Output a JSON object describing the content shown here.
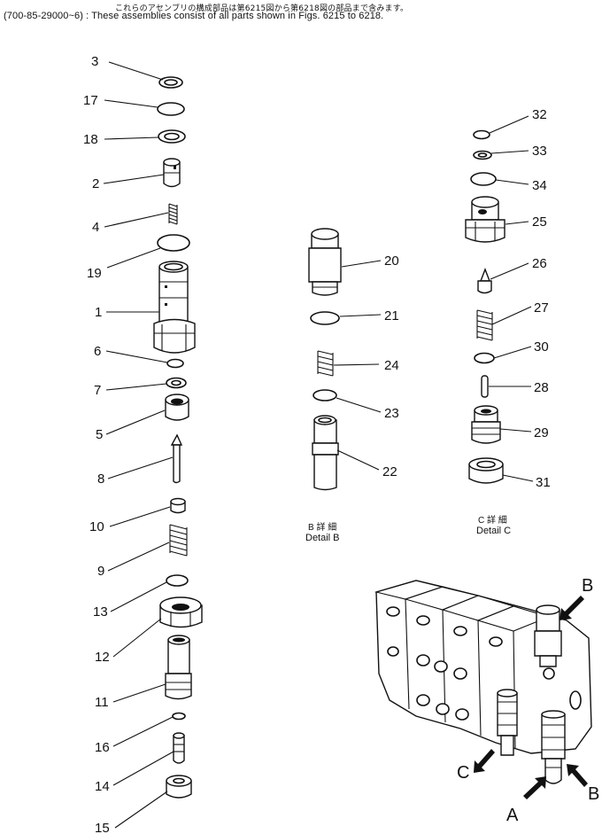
{
  "header": {
    "line1": "これらのアセンブリの構成部品は第6215図から第6218図の部品まで含みます。",
    "line2": "(700-85-29000~6) : These assemblies consist of all parts shown in Figs. 6215 to 6218."
  },
  "callouts": {
    "c3": "3",
    "c17": "17",
    "c18": "18",
    "c2": "2",
    "c4": "4",
    "c19": "19",
    "c1": "1",
    "c6": "6",
    "c7": "7",
    "c5": "5",
    "c8": "8",
    "c10": "10",
    "c9": "9",
    "c13": "13",
    "c12": "12",
    "c11": "11",
    "c16": "16",
    "c14": "14",
    "c15": "15",
    "c20": "20",
    "c21": "21",
    "c24": "24",
    "c23": "23",
    "c22": "22",
    "c32": "32",
    "c33": "33",
    "c34": "34",
    "c25": "25",
    "c26": "26",
    "c27": "27",
    "c30": "30",
    "c28": "28",
    "c29": "29",
    "c31": "31"
  },
  "details": {
    "b_jp": "B 詳 細",
    "b_en": "Detail B",
    "c_jp": "C 詳 細",
    "c_en": "Detail C"
  },
  "view_markers": {
    "b_top": "B",
    "b_bottom": "B",
    "c": "C",
    "a": "A"
  }
}
